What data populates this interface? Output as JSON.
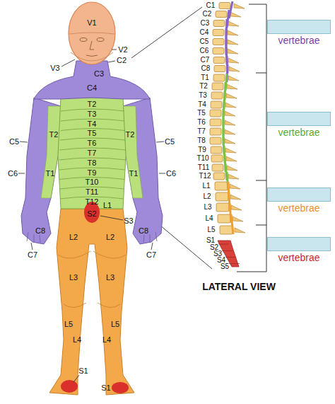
{
  "diagram": {
    "nodes": [
      {
        "text": [
          "vertebrae"
        ]
      },
      {
        "text": [
          "vertebrae"
        ]
      },
      {
        "text": [
          "vertebrae"
        ]
      },
      {
        "text": [
          "vertebrae"
        ]
      }
    ],
    "labels": [
      "V1",
      "V2",
      "C2",
      "V3",
      "C3",
      "C4",
      "T2",
      "T3",
      "T4",
      "C5",
      "T5",
      "C5",
      "T6",
      "T2",
      "T7",
      "T2",
      "C6",
      "T8",
      "T9",
      "T1",
      "T10",
      "C6",
      "T1",
      "T11",
      "T12",
      "L1",
      "S3",
      "S2",
      "C8",
      "C8",
      "C7",
      "C7",
      "L2",
      "L2",
      "L3",
      "L3",
      "L5",
      "L4",
      "L4",
      "L5",
      "S1",
      "S1",
      "C1",
      "C2",
      "C3",
      "C4",
      "C5",
      "C6",
      "C7",
      "C8",
      "T1",
      "T2",
      "T3",
      "T4",
      "T5",
      "T6",
      "T7",
      "T8",
      "T9",
      "T10",
      "T11",
      "T12",
      "L1",
      "L2",
      "L3",
      "L4",
      "L5",
      "S1",
      "S2",
      "S3",
      "S4",
      "S5",
      "LATERAL VIEW"
    ]
  }
}
